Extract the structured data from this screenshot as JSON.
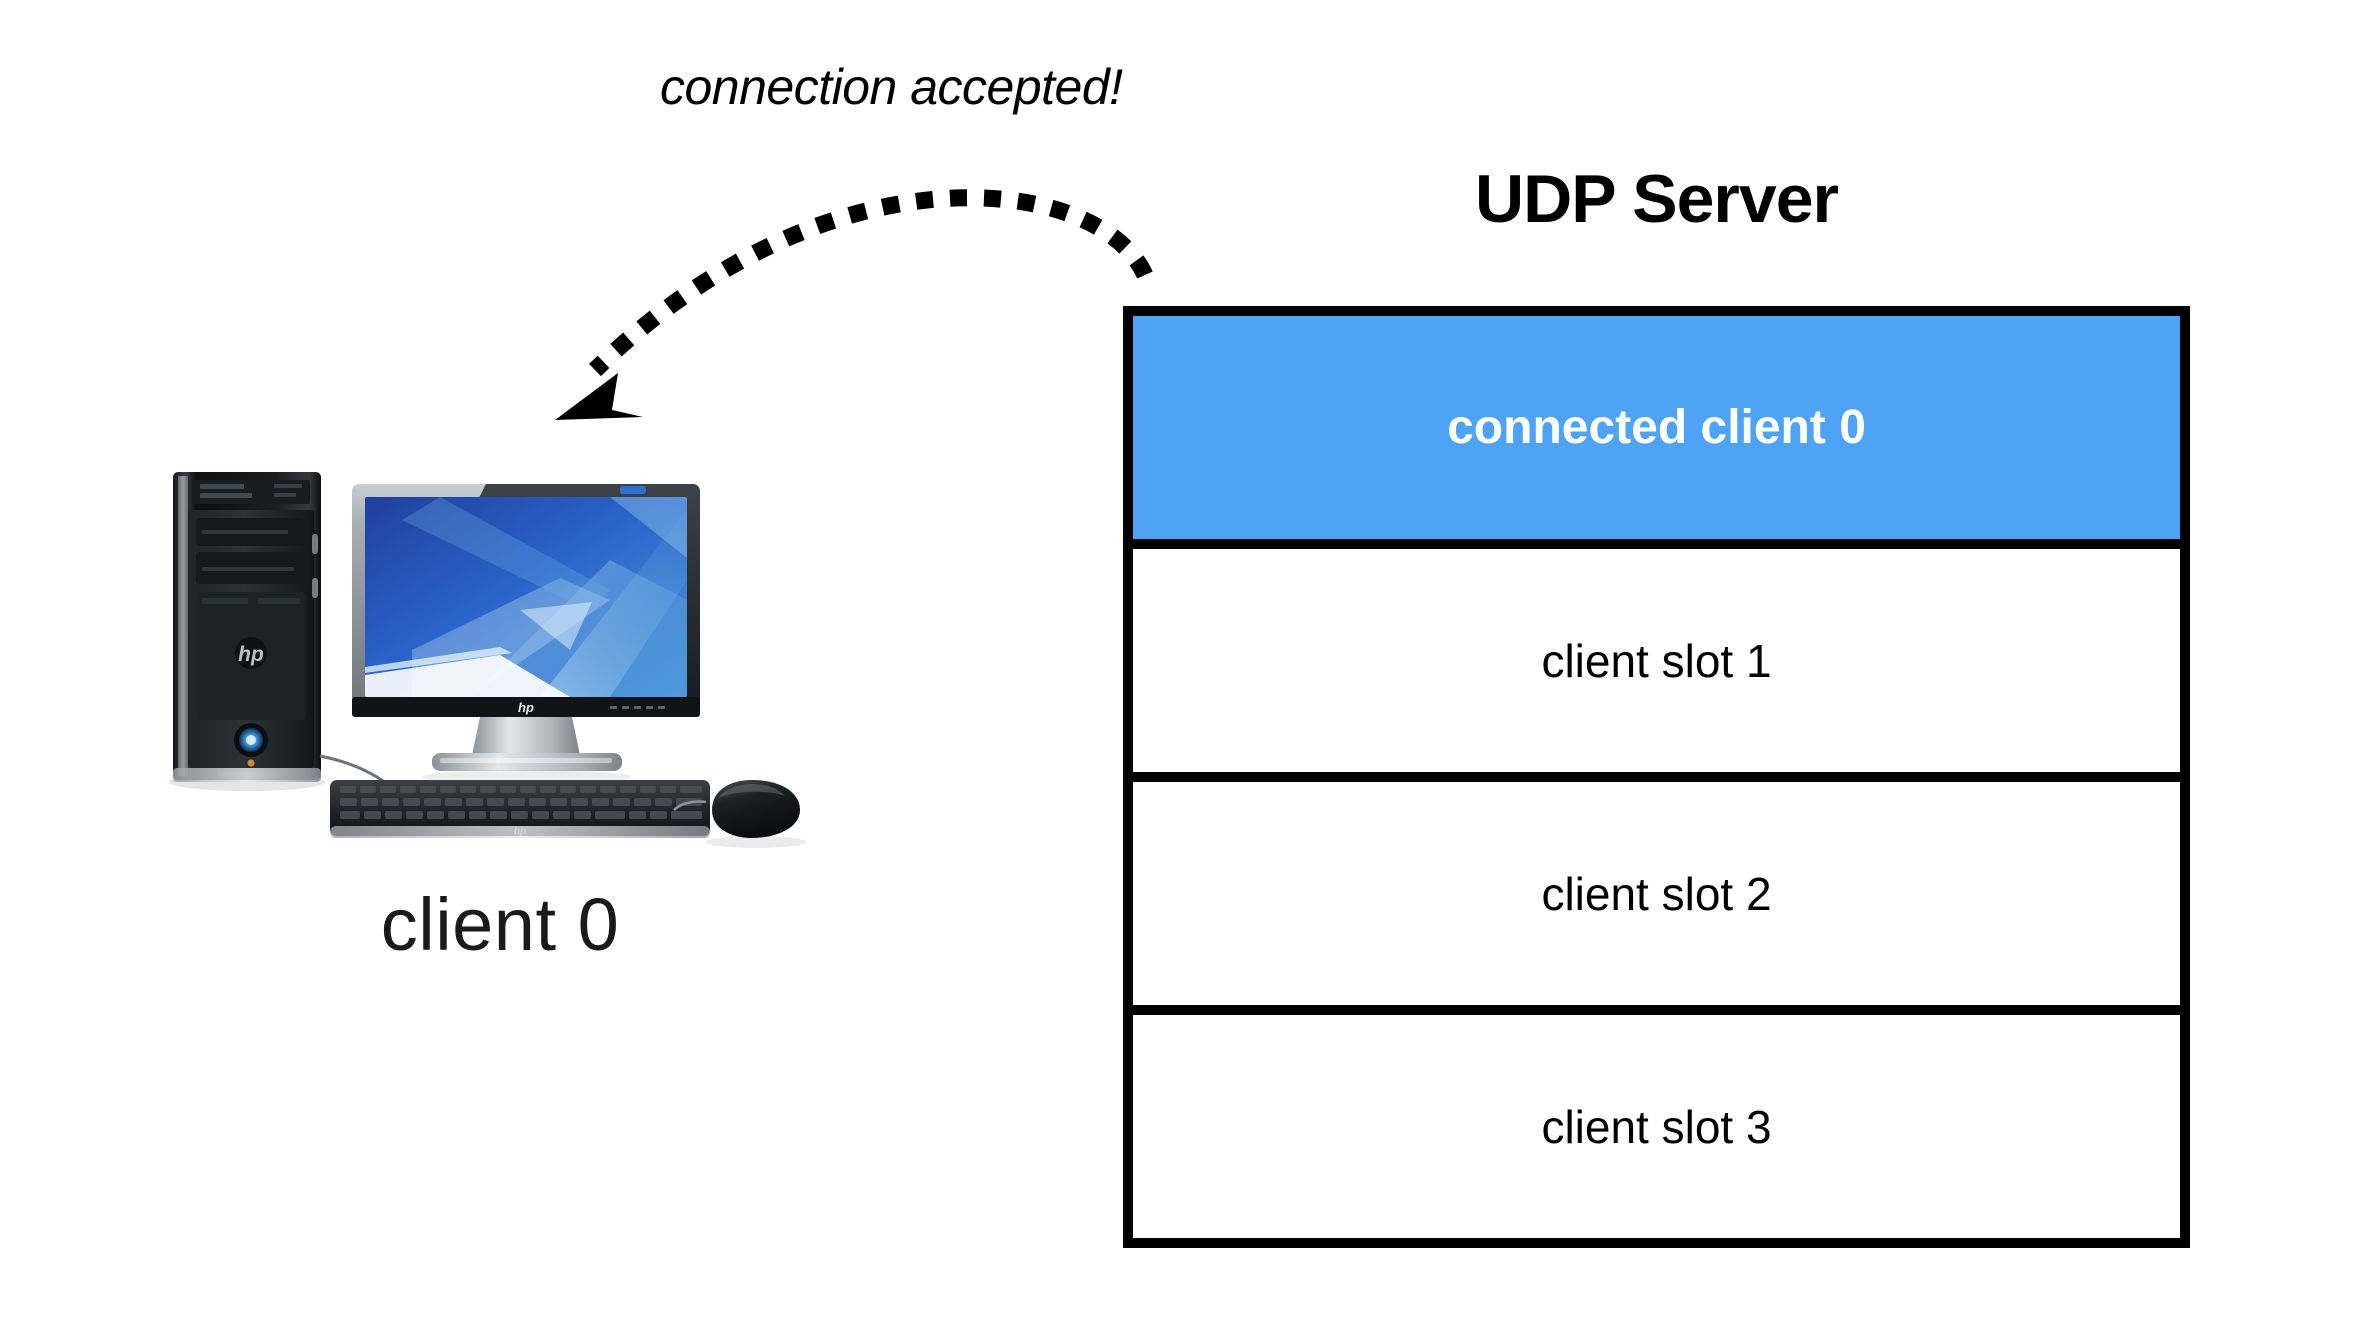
{
  "annotation": {
    "message": "connection accepted!"
  },
  "server": {
    "title": "UDP Server",
    "slots": [
      {
        "label": "connected client 0",
        "state": "connected"
      },
      {
        "label": "client slot 1",
        "state": "empty"
      },
      {
        "label": "client slot 2",
        "state": "empty"
      },
      {
        "label": "client slot 3",
        "state": "empty"
      }
    ]
  },
  "client": {
    "caption": "client 0",
    "device": "desktop-computer"
  },
  "colors": {
    "connected_fill": "#4fa3f7",
    "connected_text": "#ffffff",
    "border": "#000000",
    "background": "#ffffff",
    "text": "#000000"
  }
}
